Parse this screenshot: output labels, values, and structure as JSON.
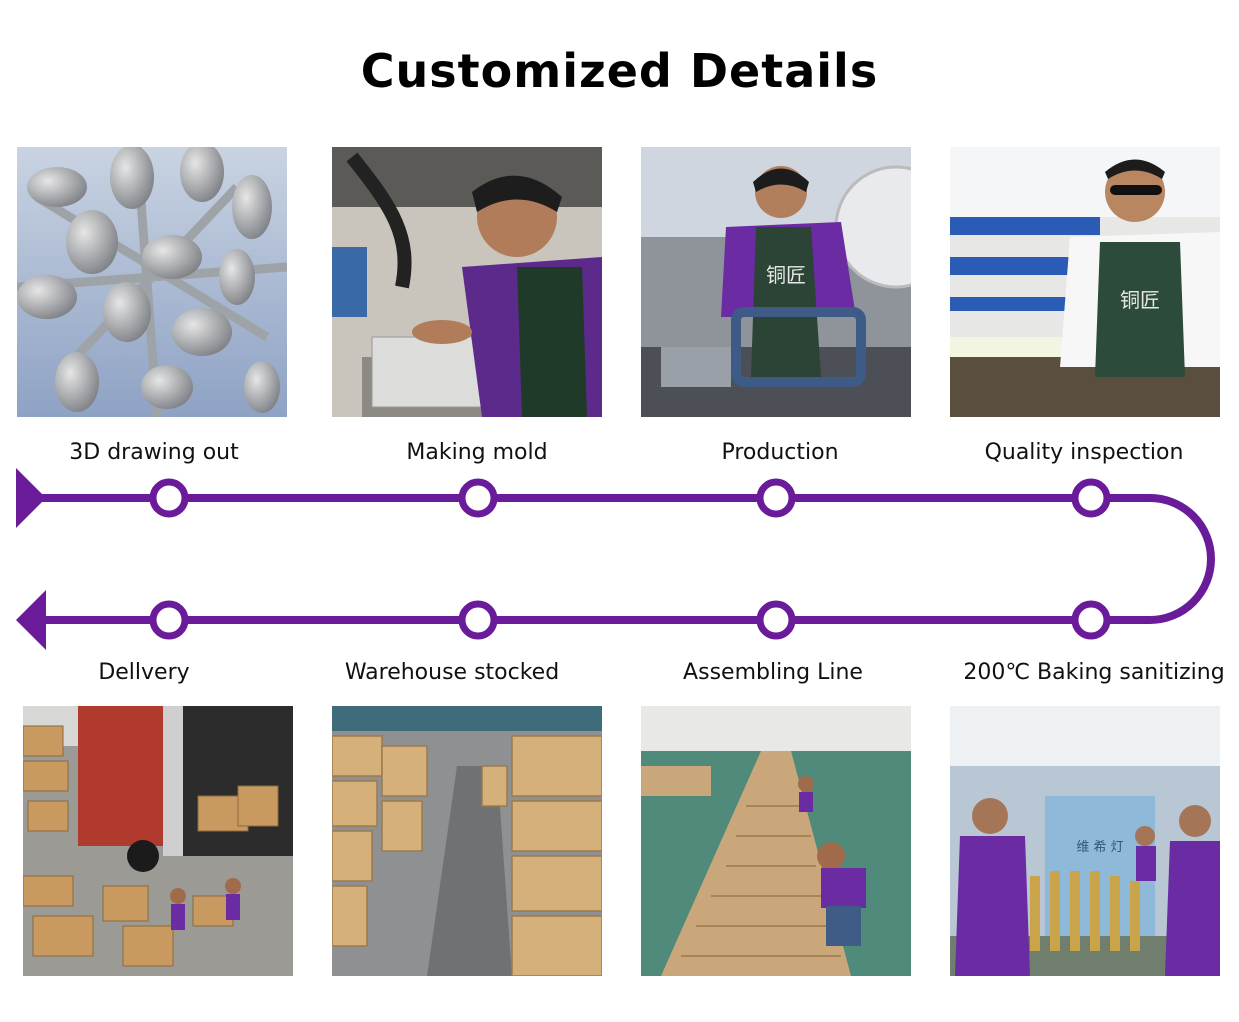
{
  "title": "Customized Details",
  "accent_color": "#6a1b9a",
  "steps_top": [
    {
      "label": "3D drawing out",
      "image": "3d-render-image"
    },
    {
      "label": "Making mold",
      "image": "mold-worker-image"
    },
    {
      "label": "Production",
      "image": "production-worker-image"
    },
    {
      "label": "Quality inspection",
      "image": "inspection-worker-image"
    }
  ],
  "steps_bottom": [
    {
      "label": "Dellvery",
      "image": "delivery-truck-image"
    },
    {
      "label": "Warehouse stocked",
      "image": "warehouse-boxes-image"
    },
    {
      "label": "Assembling Line",
      "image": "assembly-line-image"
    },
    {
      "label": "200℃ Baking sanitizing",
      "image": "baking-sanitizing-image"
    }
  ],
  "photo_text": {
    "production_apron": "铜匠",
    "inspection_apron": "铜匠",
    "baking_sign": "维 希 灯"
  }
}
